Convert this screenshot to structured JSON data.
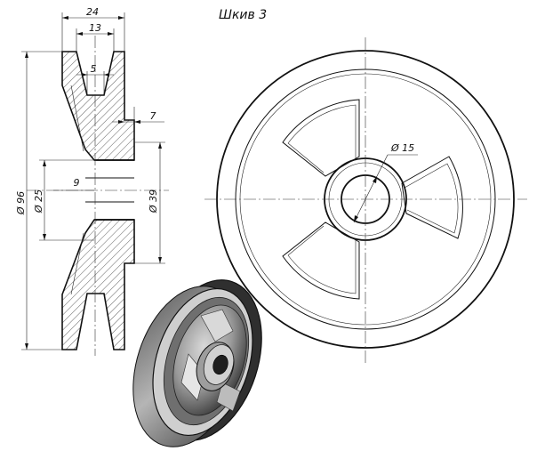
{
  "title": "Шкив 3",
  "dimensions": {
    "overall_width": "24",
    "groove_top_width": "13",
    "groove_bottom_width": "5",
    "hub_offset": "7",
    "bore_length": "9",
    "outer_diameter": "Ø 96",
    "bore_diameter": "Ø 25",
    "hub_diameter": "Ø 39",
    "shaft_hole_diameter": "Ø 15"
  },
  "colors": {
    "line": "#111111",
    "hatch": "#222222",
    "iso_dark": "#3a3a3a",
    "iso_mid": "#8a8a8a",
    "iso_light": "#c9c9c9"
  }
}
